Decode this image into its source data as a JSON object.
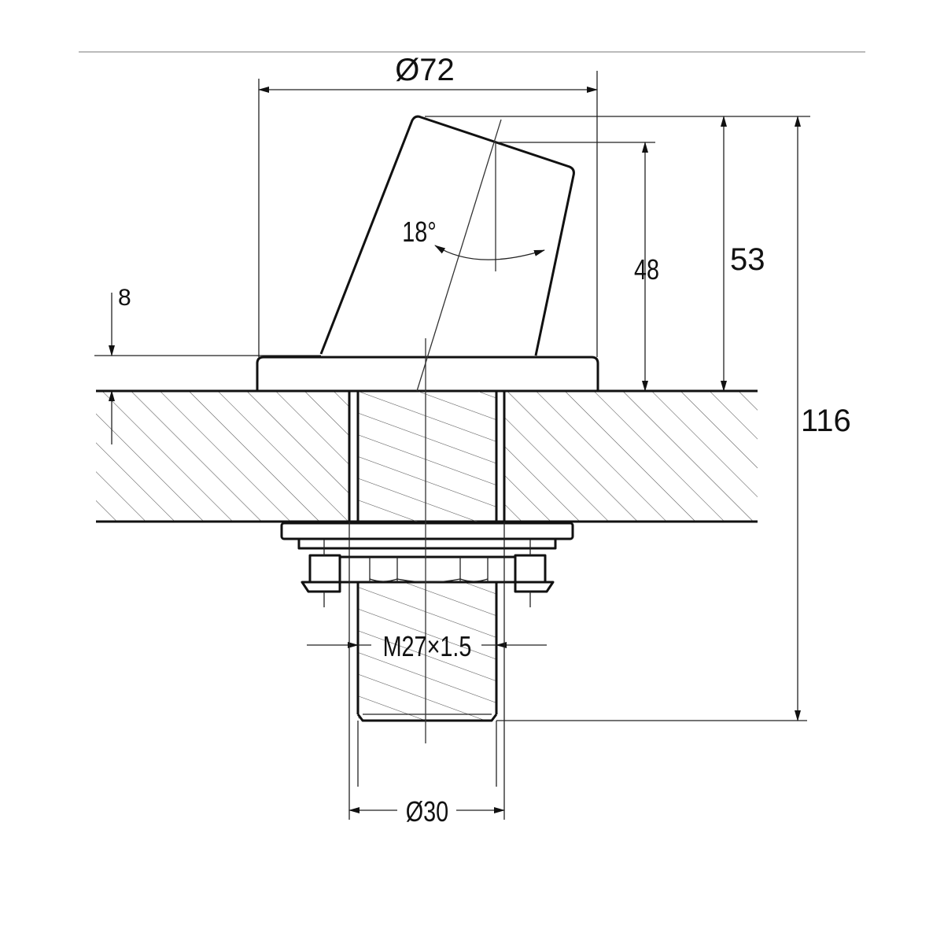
{
  "diagram": {
    "dim_flange_diameter": "Ø72",
    "dim_thickness": "8",
    "dim_angle": "18°",
    "dim_body_height": "48",
    "dim_total_height_above": "53",
    "dim_overall_length": "116",
    "dim_thread": "M27×1.5",
    "dim_hole_diameter": "Ø30"
  },
  "colors": {
    "line": "#111111",
    "hatch": "#444444",
    "background": "#ffffff"
  }
}
